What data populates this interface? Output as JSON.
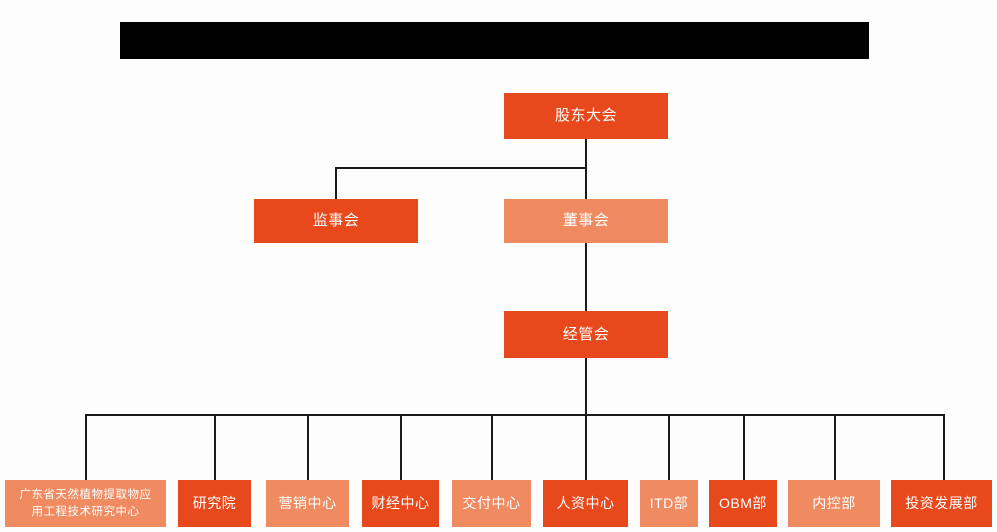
{
  "header": {
    "redacted_bar": "",
    "bar_color": "#000000"
  },
  "theme": {
    "background": "#fdfdfd",
    "accent_dark": "#e8491c",
    "accent_light": "#ef8a61",
    "connector_color": "#1a1a1a",
    "node_text_color": "#ffffff"
  },
  "org_chart": {
    "type": "hierarchy",
    "levels": [
      {
        "level": 1,
        "nodes": [
          {
            "id": "shareholders",
            "label": "股东大会",
            "tone": "dark"
          }
        ]
      },
      {
        "level": 2,
        "nodes": [
          {
            "id": "supervisors",
            "label": "监事会",
            "tone": "dark"
          },
          {
            "id": "directors",
            "label": "董事会",
            "tone": "light"
          }
        ]
      },
      {
        "level": 3,
        "nodes": [
          {
            "id": "management",
            "label": "经管会",
            "tone": "dark"
          }
        ]
      },
      {
        "level": 4,
        "nodes": [
          {
            "id": "research-center",
            "label": "广东省天然植物提取物应\n用工程技术研究中心",
            "tone": "light"
          },
          {
            "id": "institute",
            "label": "研究院",
            "tone": "dark"
          },
          {
            "id": "marketing-center",
            "label": "营销中心",
            "tone": "light"
          },
          {
            "id": "finance-center",
            "label": "财经中心",
            "tone": "dark"
          },
          {
            "id": "delivery-center",
            "label": "交付中心",
            "tone": "light"
          },
          {
            "id": "hr-center",
            "label": "人资中心",
            "tone": "dark"
          },
          {
            "id": "itd-department",
            "label": "ITD部",
            "tone": "light"
          },
          {
            "id": "obm-department",
            "label": "OBM部",
            "tone": "dark"
          },
          {
            "id": "internal-control-department",
            "label": "内控部",
            "tone": "light"
          },
          {
            "id": "investment-development-department",
            "label": "投资发展部",
            "tone": "dark"
          }
        ]
      }
    ],
    "edges": [
      {
        "from": "shareholders",
        "to": "supervisors"
      },
      {
        "from": "shareholders",
        "to": "directors"
      },
      {
        "from": "directors",
        "to": "management"
      },
      {
        "from": "management",
        "to": "research-center"
      },
      {
        "from": "management",
        "to": "institute"
      },
      {
        "from": "management",
        "to": "marketing-center"
      },
      {
        "from": "management",
        "to": "finance-center"
      },
      {
        "from": "management",
        "to": "delivery-center"
      },
      {
        "from": "management",
        "to": "hr-center"
      },
      {
        "from": "management",
        "to": "itd-department"
      },
      {
        "from": "management",
        "to": "obm-department"
      },
      {
        "from": "management",
        "to": "internal-control-department"
      },
      {
        "from": "management",
        "to": "investment-development-department"
      }
    ]
  }
}
